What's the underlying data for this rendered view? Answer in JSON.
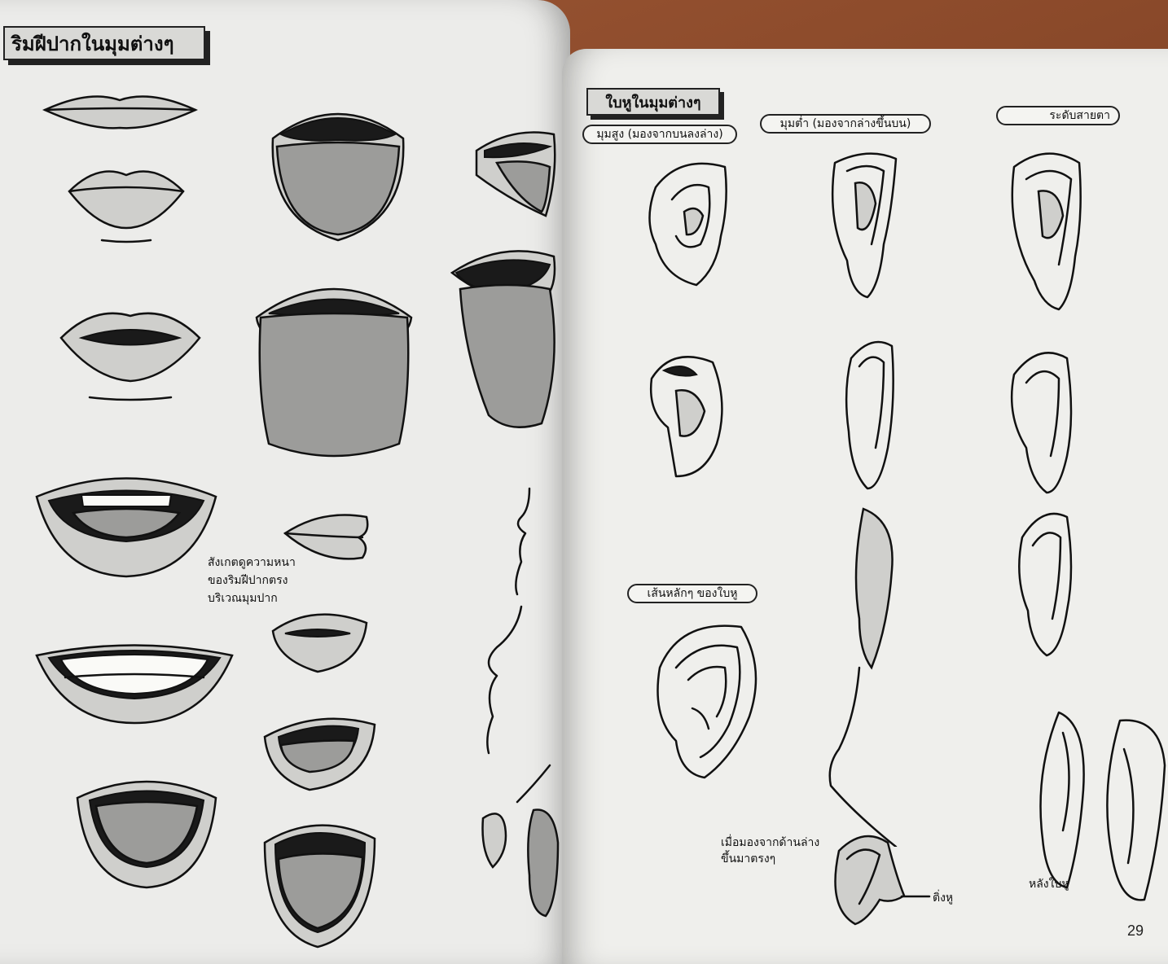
{
  "left_page": {
    "header": "ริมฝีปากในมุมต่างๆ",
    "note_lines": [
      "สังเกตดูความหนา",
      "ของริมฝีปากตรง",
      "บริเวณมุมปาก"
    ]
  },
  "right_page": {
    "section_title": "ใบหูในมุมต่างๆ",
    "labels": {
      "high_angle": "มุมสูง (มองจากบนลงล่าง)",
      "low_angle": "มุมต่ำ (มองจากล่างขึ้นบน)",
      "eye_level": "ระดับสายตา",
      "main_lines": "เส้นหลักๆ ของใบหู",
      "from_below_line1": "เมื่อมองจากด้านล่าง",
      "from_below_line2": "ขึ้นมาตรงๆ",
      "earlobe": "ติ่งหู",
      "back_of_ear": "หลังใบหู"
    },
    "page_number": "29"
  }
}
